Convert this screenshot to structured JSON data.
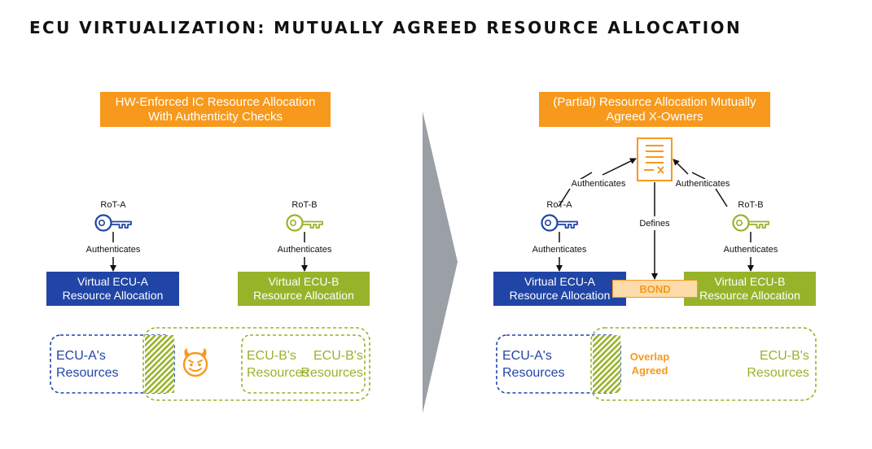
{
  "title": "ECU VIRTUALIZATION: MUTUALLY AGREED RESOURCE ALLOCATION",
  "left": {
    "header": [
      "HW-Enforced IC Resource Allocation",
      "With Authenticity Checks"
    ],
    "rot_a": "RoT-A",
    "rot_b": "RoT-B",
    "auth_a": "Authenticates",
    "auth_b": "Authenticates",
    "alloc_a": [
      "Virtual ECU-A",
      "Resource Allocation"
    ],
    "alloc_b": [
      "Virtual ECU-B",
      "Resource Allocation"
    ],
    "res_a": [
      "ECU-A's",
      "Resources"
    ],
    "res_b1": [
      "ECU-B's",
      "Resources"
    ],
    "res_b2": [
      "ECU-B's",
      "Resources"
    ]
  },
  "right": {
    "header": [
      "(Partial) Resource Allocation Mutually",
      "Agreed X-Owners"
    ],
    "rot_a": "RoT-A",
    "rot_b": "RoT-B",
    "auth_a": "Authenticates",
    "auth_b": "Authenticates",
    "auth_doc_a": "Authenticates",
    "auth_doc_b": "Authenticates",
    "defines": "Defines",
    "bond": "BOND",
    "alloc_a": [
      "Virtual ECU-A",
      "Resource Allocation"
    ],
    "alloc_b": [
      "Virtual ECU-B",
      "Resource Allocation"
    ],
    "res_a": [
      "ECU-A's",
      "Resources"
    ],
    "res_b": [
      "ECU-B's",
      "Resources"
    ],
    "overlap": [
      "Overlap",
      "Agreed"
    ]
  },
  "icons": {
    "key_a": "key-icon",
    "key_b": "key-icon",
    "devil": "devil-face-icon",
    "document": "signed-document-icon",
    "arrow": "chevron-arrow-icon"
  },
  "colors": {
    "orange": "#f7991c",
    "blue": "#2145a6",
    "green": "#97b32a",
    "gray": "#9aa0a6"
  }
}
